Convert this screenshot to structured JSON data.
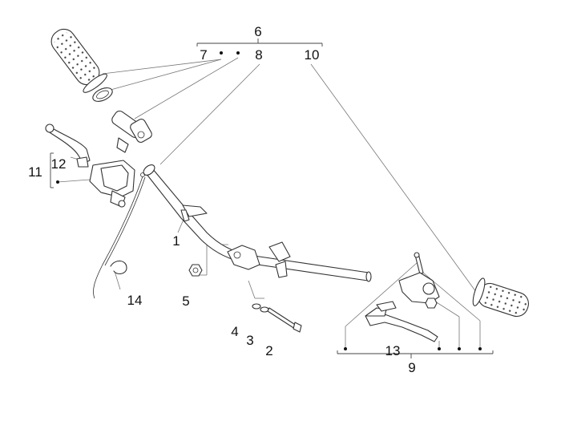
{
  "labels": [
    {
      "id": "6",
      "text": "6"
    },
    {
      "id": "7",
      "text": "7"
    },
    {
      "id": "8",
      "text": "8"
    },
    {
      "id": "10",
      "text": "10"
    },
    {
      "id": "11",
      "text": "11"
    },
    {
      "id": "12",
      "text": "12"
    },
    {
      "id": "1",
      "text": "1"
    },
    {
      "id": "14",
      "text": "14"
    },
    {
      "id": "5",
      "text": "5"
    },
    {
      "id": "4",
      "text": "4"
    },
    {
      "id": "3",
      "text": "3"
    },
    {
      "id": "2",
      "text": "2"
    },
    {
      "id": "13",
      "text": "13"
    },
    {
      "id": "9",
      "text": "9"
    }
  ]
}
